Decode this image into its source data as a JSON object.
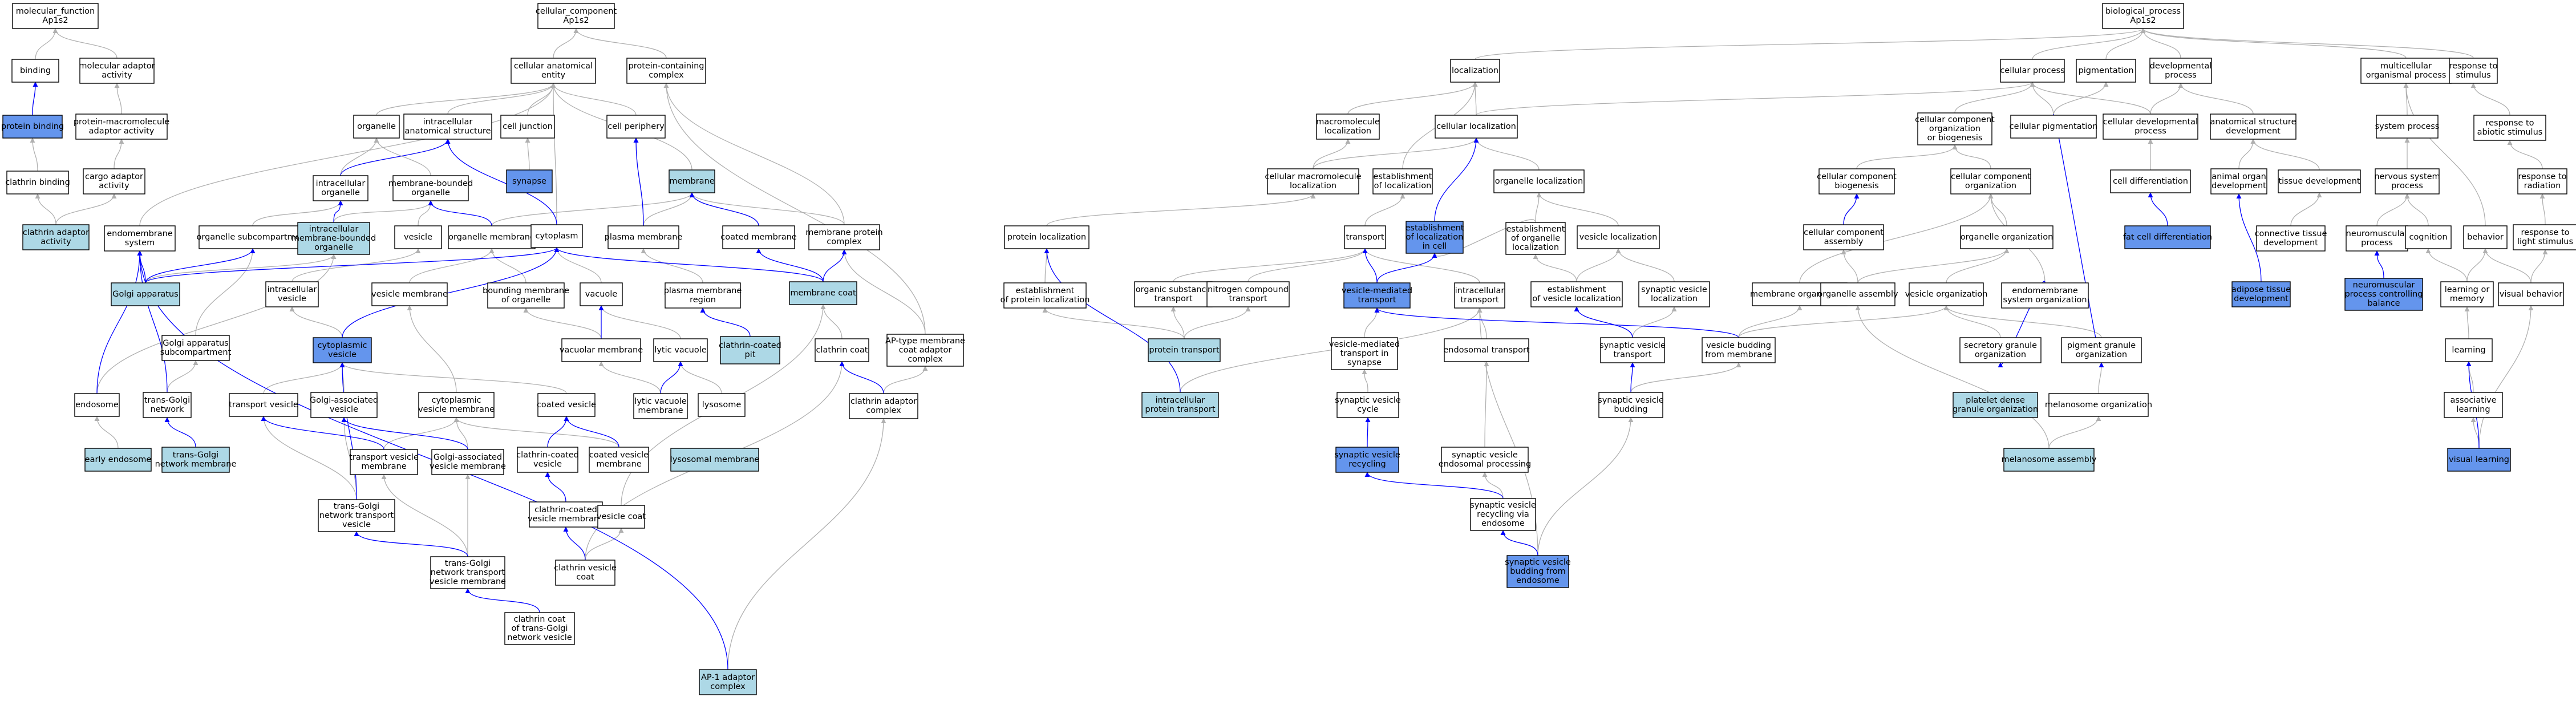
{
  "colors": {
    "plain": "#ffffff",
    "light": "#add8e6",
    "dark": "#6495ed",
    "edge_gray": "#b0b0b0",
    "edge_blue": "#0000ff"
  },
  "nodes": {
    "mf": {
      "lines": [
        "molecular_function",
        "Ap1s2"
      ],
      "style": "plain"
    },
    "binding": {
      "lines": [
        "binding"
      ],
      "style": "plain"
    },
    "mol_adaptor": {
      "lines": [
        "molecular adaptor",
        "activity"
      ],
      "style": "plain"
    },
    "protein_binding": {
      "lines": [
        "protein binding"
      ],
      "style": "dark"
    },
    "pm_adaptor": {
      "lines": [
        "protein-macromolecule",
        "adaptor activity"
      ],
      "style": "plain"
    },
    "clathrin_binding": {
      "lines": [
        "clathrin binding"
      ],
      "style": "plain"
    },
    "cargo_adaptor": {
      "lines": [
        "cargo adaptor",
        "activity"
      ],
      "style": "plain"
    },
    "clathrin_adaptor_act": {
      "lines": [
        "clathrin adaptor",
        "activity"
      ],
      "style": "light"
    },
    "cc": {
      "lines": [
        "cellular_component",
        "Ap1s2"
      ],
      "style": "plain"
    },
    "cae": {
      "lines": [
        "cellular anatomical",
        "entity"
      ],
      "style": "plain"
    },
    "pcc": {
      "lines": [
        "protein-containing",
        "complex"
      ],
      "style": "plain"
    },
    "organelle": {
      "lines": [
        "organelle"
      ],
      "style": "plain"
    },
    "ias": {
      "lines": [
        "intracellular",
        "anatomical structure"
      ],
      "style": "plain"
    },
    "cell_junction": {
      "lines": [
        "cell junction"
      ],
      "style": "plain"
    },
    "cell_periphery": {
      "lines": [
        "cell periphery"
      ],
      "style": "plain"
    },
    "membrane": {
      "lines": [
        "membrane"
      ],
      "style": "light"
    },
    "synapse": {
      "lines": [
        "synapse"
      ],
      "style": "dark"
    },
    "intra_org": {
      "lines": [
        "intracellular",
        "organelle"
      ],
      "style": "plain"
    },
    "mbo": {
      "lines": [
        "membrane-bounded",
        "organelle"
      ],
      "style": "plain"
    },
    "endomembrane": {
      "lines": [
        "endomembrane",
        "system"
      ],
      "style": "plain"
    },
    "org_subcomp": {
      "lines": [
        "organelle subcompartment"
      ],
      "style": "plain"
    },
    "imbo": {
      "lines": [
        "intracellular",
        "membrane-bounded",
        "organelle"
      ],
      "style": "light"
    },
    "vesicle": {
      "lines": [
        "vesicle"
      ],
      "style": "plain"
    },
    "org_membrane": {
      "lines": [
        "organelle membrane"
      ],
      "style": "plain"
    },
    "cytoplasm": {
      "lines": [
        "cytoplasm"
      ],
      "style": "plain"
    },
    "plasma_membrane": {
      "lines": [
        "plasma membrane"
      ],
      "style": "plain"
    },
    "coated_membrane": {
      "lines": [
        "coated membrane"
      ],
      "style": "plain"
    },
    "mpc": {
      "lines": [
        "membrane protein",
        "complex"
      ],
      "style": "plain"
    },
    "golgi": {
      "lines": [
        "Golgi apparatus"
      ],
      "style": "light"
    },
    "intra_vesicle": {
      "lines": [
        "intracellular",
        "vesicle"
      ],
      "style": "plain"
    },
    "vesicle_membrane": {
      "lines": [
        "vesicle membrane"
      ],
      "style": "plain"
    },
    "bmo": {
      "lines": [
        "bounding membrane",
        "of organelle"
      ],
      "style": "plain"
    },
    "vacuole": {
      "lines": [
        "vacuole"
      ],
      "style": "plain"
    },
    "pm_region": {
      "lines": [
        "plasma membrane",
        "region"
      ],
      "style": "plain"
    },
    "membrane_coat": {
      "lines": [
        "membrane coat"
      ],
      "style": "light"
    },
    "golgi_sub": {
      "lines": [
        "Golgi apparatus",
        "subcompartment"
      ],
      "style": "plain"
    },
    "cyto_vesicle": {
      "lines": [
        "cytoplasmic",
        "vesicle"
      ],
      "style": "dark"
    },
    "vac_membrane": {
      "lines": [
        "vacuolar membrane"
      ],
      "style": "plain"
    },
    "lytic_vac": {
      "lines": [
        "lytic vacuole"
      ],
      "style": "plain"
    },
    "cc_pit": {
      "lines": [
        "clathrin-coated",
        "pit"
      ],
      "style": "light"
    },
    "clathrin_coat": {
      "lines": [
        "clathrin coat"
      ],
      "style": "plain"
    },
    "ap_complex": {
      "lines": [
        "AP-type membrane",
        "coat adaptor",
        "complex"
      ],
      "style": "plain"
    },
    "endosome": {
      "lines": [
        "endosome"
      ],
      "style": "plain"
    },
    "tgn": {
      "lines": [
        "trans-Golgi",
        "network"
      ],
      "style": "plain"
    },
    "transport_vesicle": {
      "lines": [
        "transport vesicle"
      ],
      "style": "plain"
    },
    "golgi_vesicle": {
      "lines": [
        "Golgi-associated",
        "vesicle"
      ],
      "style": "plain"
    },
    "cvm": {
      "lines": [
        "cytoplasmic",
        "vesicle membrane"
      ],
      "style": "plain"
    },
    "coated_vesicle": {
      "lines": [
        "coated vesicle"
      ],
      "style": "plain"
    },
    "lvm": {
      "lines": [
        "lytic vacuole",
        "membrane"
      ],
      "style": "plain"
    },
    "lysosome": {
      "lines": [
        "lysosome"
      ],
      "style": "plain"
    },
    "cac": {
      "lines": [
        "clathrin adaptor",
        "complex"
      ],
      "style": "plain"
    },
    "early_endosome": {
      "lines": [
        "early endosome"
      ],
      "style": "light"
    },
    "tgn_membrane": {
      "lines": [
        "trans-Golgi",
        "network membrane"
      ],
      "style": "light"
    },
    "tvm": {
      "lines": [
        "transport vesicle",
        "membrane"
      ],
      "style": "plain"
    },
    "gavm": {
      "lines": [
        "Golgi-associated",
        "vesicle membrane"
      ],
      "style": "plain"
    },
    "ccv": {
      "lines": [
        "clathrin-coated",
        "vesicle"
      ],
      "style": "plain"
    },
    "cvmem": {
      "lines": [
        "coated vesicle",
        "membrane"
      ],
      "style": "plain"
    },
    "lys_membrane": {
      "lines": [
        "lysosomal membrane"
      ],
      "style": "light"
    },
    "tgntv": {
      "lines": [
        "trans-Golgi",
        "network transport",
        "vesicle"
      ],
      "style": "plain"
    },
    "ccvm": {
      "lines": [
        "clathrin-coated",
        "vesicle membrane"
      ],
      "style": "plain"
    },
    "vesicle_coat": {
      "lines": [
        "vesicle coat"
      ],
      "style": "plain"
    },
    "tgntvm": {
      "lines": [
        "trans-Golgi",
        "network transport",
        "vesicle membrane"
      ],
      "style": "plain"
    },
    "cvcoat": {
      "lines": [
        "clathrin vesicle",
        "coat"
      ],
      "style": "plain"
    },
    "coat_tgn": {
      "lines": [
        "clathrin coat",
        "of trans-Golgi",
        "network vesicle"
      ],
      "style": "plain"
    },
    "ap1": {
      "lines": [
        "AP-1 adaptor",
        "complex"
      ],
      "style": "light"
    },
    "bp": {
      "lines": [
        "biological_process",
        "Ap1s2"
      ],
      "style": "plain"
    },
    "localization": {
      "lines": [
        "localization"
      ],
      "style": "plain"
    },
    "cell_process": {
      "lines": [
        "cellular process"
      ],
      "style": "plain"
    },
    "pigmentation": {
      "lines": [
        "pigmentation"
      ],
      "style": "plain"
    },
    "dev_process": {
      "lines": [
        "developmental",
        "process"
      ],
      "style": "plain"
    },
    "multi_process": {
      "lines": [
        "multicellular",
        "organismal process"
      ],
      "style": "plain"
    },
    "resp_stim": {
      "lines": [
        "response to",
        "stimulus"
      ],
      "style": "plain"
    },
    "macro_loc": {
      "lines": [
        "macromolecule",
        "localization"
      ],
      "style": "plain"
    },
    "cell_loc": {
      "lines": [
        "cellular localization"
      ],
      "style": "plain"
    },
    "ccob": {
      "lines": [
        "cellular component",
        "organization",
        "or biogenesis"
      ],
      "style": "plain"
    },
    "cell_pig": {
      "lines": [
        "cellular pigmentation"
      ],
      "style": "plain"
    },
    "cell_dev": {
      "lines": [
        "cellular developmental",
        "process"
      ],
      "style": "plain"
    },
    "asd": {
      "lines": [
        "anatomical structure",
        "development"
      ],
      "style": "plain"
    },
    "system_process": {
      "lines": [
        "system process"
      ],
      "style": "plain"
    },
    "resp_abiotic": {
      "lines": [
        "response to",
        "abiotic stimulus"
      ],
      "style": "plain"
    },
    "cml": {
      "lines": [
        "cellular macromolecule",
        "localization"
      ],
      "style": "plain"
    },
    "est_loc": {
      "lines": [
        "establishment",
        "of localization"
      ],
      "style": "plain"
    },
    "org_loc": {
      "lines": [
        "organelle localization"
      ],
      "style": "plain"
    },
    "ccb": {
      "lines": [
        "cellular component",
        "biogenesis"
      ],
      "style": "plain"
    },
    "cco": {
      "lines": [
        "cellular component",
        "organization"
      ],
      "style": "plain"
    },
    "cell_diff": {
      "lines": [
        "cell differentiation"
      ],
      "style": "plain"
    },
    "aod": {
      "lines": [
        "animal organ",
        "development"
      ],
      "style": "plain"
    },
    "tissue_dev": {
      "lines": [
        "tissue development"
      ],
      "style": "plain"
    },
    "nsp": {
      "lines": [
        "nervous system",
        "process"
      ],
      "style": "plain"
    },
    "resp_rad": {
      "lines": [
        "response to",
        "radiation"
      ],
      "style": "plain"
    },
    "protein_loc": {
      "lines": [
        "protein localization"
      ],
      "style": "plain"
    },
    "transport": {
      "lines": [
        "transport"
      ],
      "style": "plain"
    },
    "elc": {
      "lines": [
        "establishment",
        "of localization",
        "in cell"
      ],
      "style": "dark"
    },
    "eol": {
      "lines": [
        "establishment",
        "of organelle",
        "localization"
      ],
      "style": "plain"
    },
    "vesicle_loc": {
      "lines": [
        "vesicle localization"
      ],
      "style": "plain"
    },
    "cca": {
      "lines": [
        "cellular component",
        "assembly"
      ],
      "style": "plain"
    },
    "org_org": {
      "lines": [
        "organelle organization"
      ],
      "style": "plain"
    },
    "fat_cell": {
      "lines": [
        "fat cell differentiation"
      ],
      "style": "dark"
    },
    "ctd": {
      "lines": [
        "connective tissue",
        "development"
      ],
      "style": "plain"
    },
    "neuromuscular": {
      "lines": [
        "neuromuscular",
        "process"
      ],
      "style": "plain"
    },
    "cognition": {
      "lines": [
        "cognition"
      ],
      "style": "plain"
    },
    "behavior": {
      "lines": [
        "behavior"
      ],
      "style": "plain"
    },
    "resp_light": {
      "lines": [
        "response to",
        "light stimulus"
      ],
      "style": "plain"
    },
    "epl": {
      "lines": [
        "establishment",
        "of protein localization"
      ],
      "style": "plain"
    },
    "ost": {
      "lines": [
        "organic substance",
        "transport"
      ],
      "style": "plain"
    },
    "nct": {
      "lines": [
        "nitrogen compound",
        "transport"
      ],
      "style": "plain"
    },
    "vmt": {
      "lines": [
        "vesicle-mediated",
        "transport"
      ],
      "style": "dark"
    },
    "intra_transport": {
      "lines": [
        "intracellular",
        "transport"
      ],
      "style": "plain"
    },
    "evl": {
      "lines": [
        "establishment",
        "of vesicle localization"
      ],
      "style": "plain"
    },
    "svl": {
      "lines": [
        "synaptic vesicle",
        "localization"
      ],
      "style": "plain"
    },
    "memb_org": {
      "lines": [
        "membrane organization"
      ],
      "style": "plain"
    },
    "org_assembly": {
      "lines": [
        "organelle assembly"
      ],
      "style": "plain"
    },
    "ves_org": {
      "lines": [
        "vesicle organization"
      ],
      "style": "plain"
    },
    "endo_org": {
      "lines": [
        "endomembrane",
        "system organization"
      ],
      "style": "plain"
    },
    "adipose": {
      "lines": [
        "adipose tissue",
        "development"
      ],
      "style": "dark"
    },
    "nm_balance": {
      "lines": [
        "neuromuscular",
        "process controlling",
        "balance"
      ],
      "style": "dark"
    },
    "learn_mem": {
      "lines": [
        "learning or",
        "memory"
      ],
      "style": "plain"
    },
    "visual_behavior": {
      "lines": [
        "visual behavior"
      ],
      "style": "plain"
    },
    "protein_transport": {
      "lines": [
        "protein transport"
      ],
      "style": "light"
    },
    "vmts": {
      "lines": [
        "vesicle-mediated",
        "transport in",
        "synapse"
      ],
      "style": "plain"
    },
    "endo_transport": {
      "lines": [
        "endosomal transport"
      ],
      "style": "plain"
    },
    "svt": {
      "lines": [
        "synaptic vesicle",
        "transport"
      ],
      "style": "plain"
    },
    "vbm": {
      "lines": [
        "vesicle budding",
        "from membrane"
      ],
      "style": "plain"
    },
    "sgo": {
      "lines": [
        "secretory granule",
        "organization"
      ],
      "style": "plain"
    },
    "pgo": {
      "lines": [
        "pigment granule",
        "organization"
      ],
      "style": "plain"
    },
    "learning": {
      "lines": [
        "learning"
      ],
      "style": "plain"
    },
    "ipt": {
      "lines": [
        "intracellular",
        "protein transport"
      ],
      "style": "light"
    },
    "svc": {
      "lines": [
        "synaptic vesicle",
        "cycle"
      ],
      "style": "plain"
    },
    "svb": {
      "lines": [
        "synaptic vesicle",
        "budding"
      ],
      "style": "plain"
    },
    "pdg": {
      "lines": [
        "platelet dense",
        "granule organization"
      ],
      "style": "light"
    },
    "melano_org": {
      "lines": [
        "melanosome organization"
      ],
      "style": "plain"
    },
    "assoc_learning": {
      "lines": [
        "associative",
        "learning"
      ],
      "style": "plain"
    },
    "sv_recycling": {
      "lines": [
        "synaptic vesicle",
        "recycling"
      ],
      "style": "dark"
    },
    "svep": {
      "lines": [
        "synaptic vesicle",
        "endosomal processing"
      ],
      "style": "plain"
    },
    "melano_assembly": {
      "lines": [
        "melanosome assembly"
      ],
      "style": "light"
    },
    "visual_learning": {
      "lines": [
        "visual learning"
      ],
      "style": "dark"
    },
    "svrve": {
      "lines": [
        "synaptic vesicle",
        "recycling via",
        "endosome"
      ],
      "style": "plain"
    },
    "svbfe": {
      "lines": [
        "synaptic vesicle",
        "budding from",
        "endosome"
      ],
      "style": "dark"
    }
  }
}
